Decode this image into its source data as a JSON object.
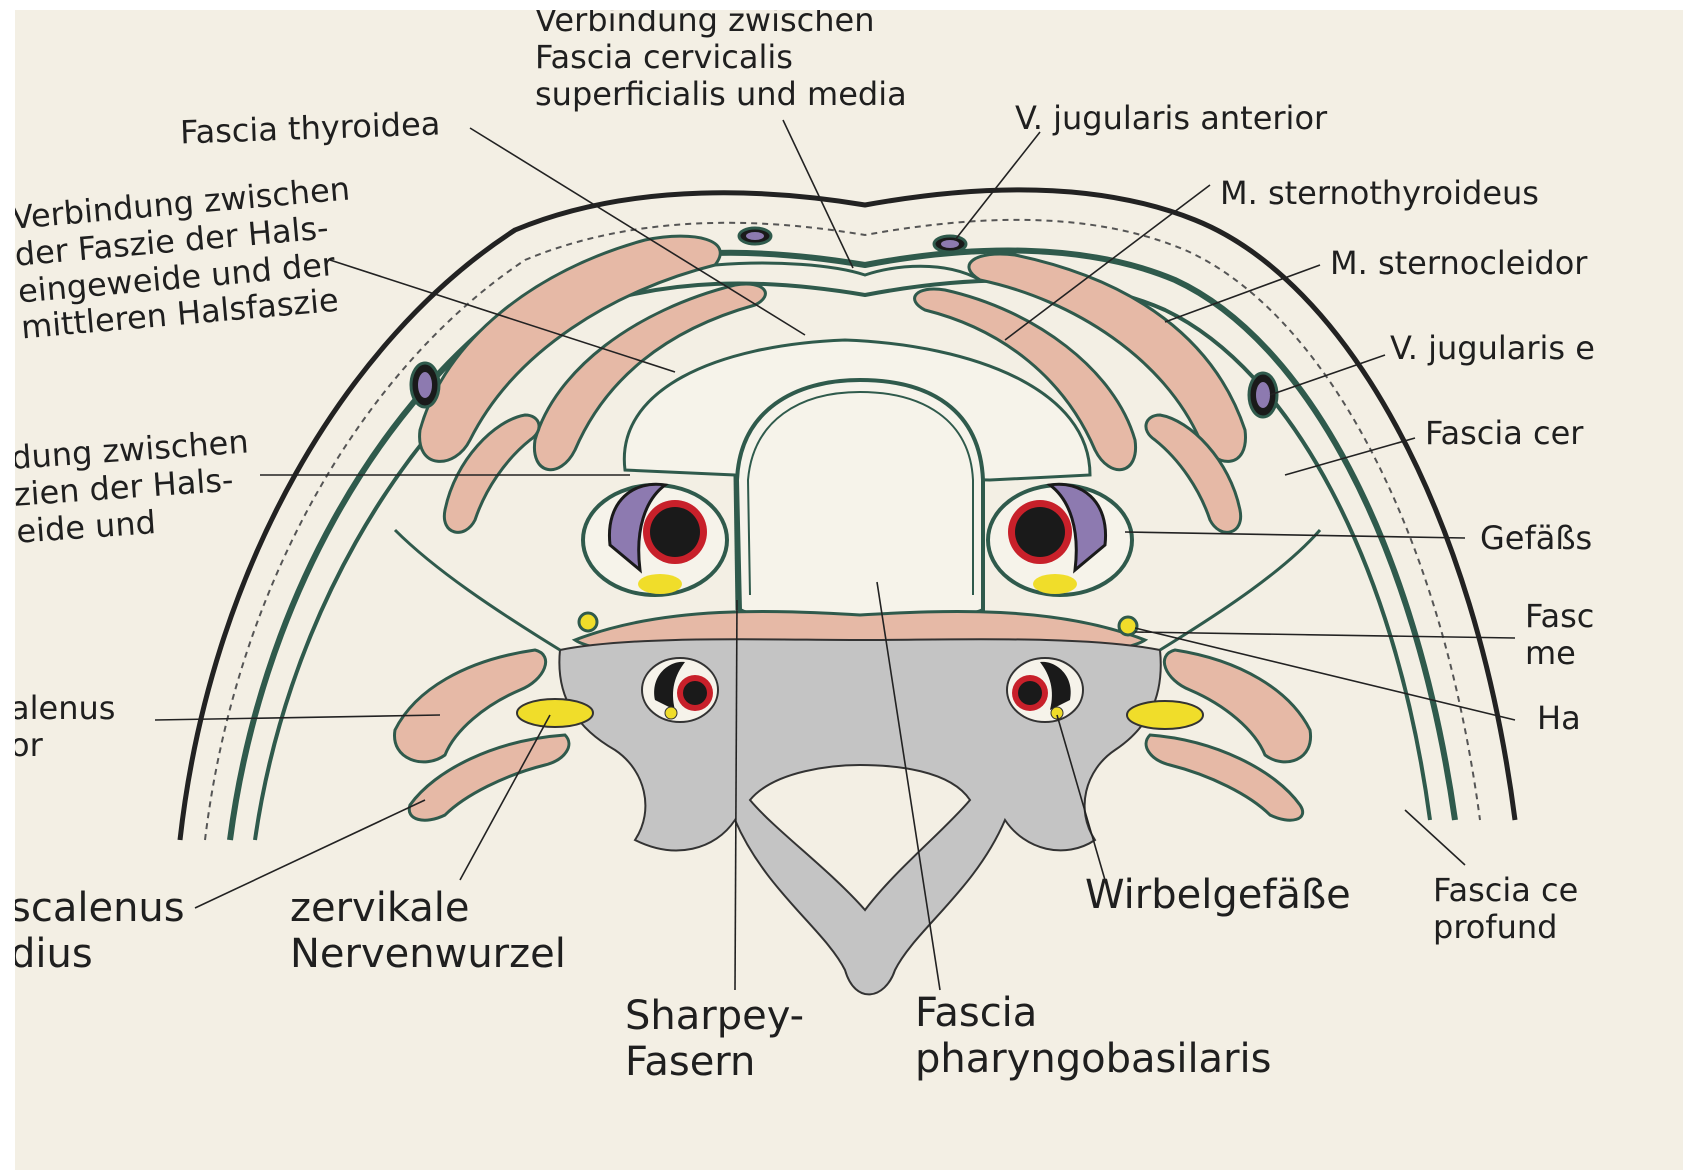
{
  "labels": {
    "verbindung_top": [
      "Verbindung zwischen",
      "Fascia cervicalis",
      "superficialis und media"
    ],
    "fascia_thyroidea": "Fascia thyroidea",
    "v_jugularis_anterior": "V. jugularis anterior",
    "m_sternothyroideus": "M. sternothyroideus",
    "m_sternocleido": "M. sternocleidor",
    "v_jugularis_e": "V. jugularis e",
    "fascia_cer": "Fascia cer",
    "gefaess": "Gefäßs",
    "fasc_me": [
      "Fasc",
      "me"
    ],
    "ha": "Ha",
    "fascia_ce_profund": [
      "Fascia ce",
      "profund"
    ],
    "verbindung_left_upper": [
      "Verbindung zwischen",
      "der Faszie der Hals-",
      "eingeweide und der",
      "mittleren Halsfaszie"
    ],
    "verbindung_left_lower": [
      "dung zwischen",
      "zien der Hals-",
      "eide und"
    ],
    "scalenus_anterior": [
      "alenus",
      "or"
    ],
    "scalenus_medius": [
      "scalenus",
      "dius"
    ],
    "zervikale_nervenwurzel": [
      "zervikale",
      "Nervenwurzel"
    ],
    "sharpey_fasern": [
      "Sharpey-",
      "Fasern"
    ],
    "fascia_pharyngobasilaris": [
      "Fascia",
      "pharyngobasilaris"
    ],
    "wirbelgefaesse": "Wirbelgefäße"
  },
  "colors": {
    "paper": "#f3efe4",
    "fascia": "#2f5a4c",
    "muscle": "#e6b9a6",
    "bone": "#c4c4c4",
    "artery": "#c8202a",
    "vein": "#8d7ab0",
    "nerve": "#f0dd2a",
    "vessel_dark": "#1a1a1a"
  }
}
